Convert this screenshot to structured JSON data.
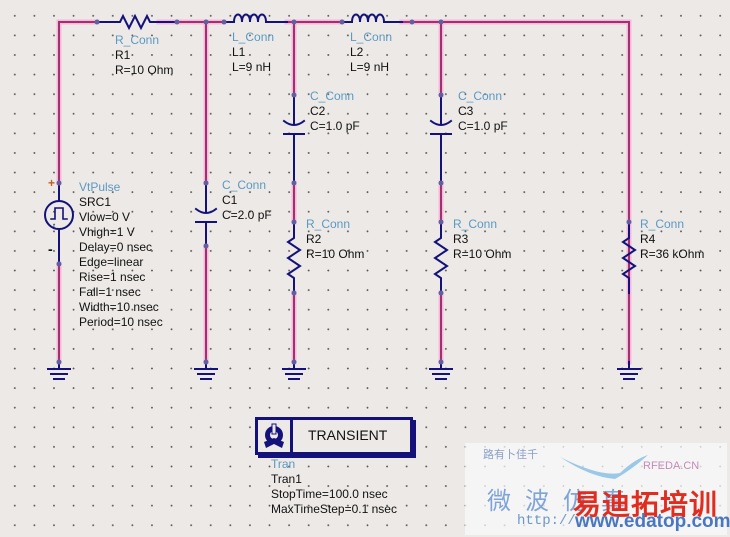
{
  "source": {
    "type": "VtPulse",
    "name": "SRC1",
    "params": [
      "Vlow=0 V",
      "Vhigh=1 V",
      "Delay=0 nsec",
      "Edge=linear",
      "Rise=1 nsec",
      "Fall=1 nsec",
      "Width=10 nsec",
      "Period=10 nsec"
    ],
    "plus": "+",
    "minus": "-"
  },
  "components": {
    "r1": {
      "type": "R_Conn",
      "name": "R1",
      "value": "R=10 Ohm"
    },
    "l1": {
      "type": "L_Conn",
      "name": "L1",
      "value": "L=9 nH"
    },
    "l2": {
      "type": "L_Conn",
      "name": "L2",
      "value": "L=9 nH"
    },
    "c1": {
      "type": "C_Conn",
      "name": "C1",
      "value": "C=2.0 pF"
    },
    "c2": {
      "type": "C_Conn",
      "name": "C2",
      "value": "C=1.0 pF"
    },
    "c3": {
      "type": "C_Conn",
      "name": "C3",
      "value": "C=1.0 pF"
    },
    "r2": {
      "type": "R_Conn",
      "name": "R2",
      "value": "R=10 Ohm"
    },
    "r3": {
      "type": "R_Conn",
      "name": "R3",
      "value": "R=10 Ohm"
    },
    "r4": {
      "type": "R_Conn",
      "name": "R4",
      "value": "R=36 kOhm"
    }
  },
  "sim": {
    "title": "TRANSIENT",
    "type": "Tran",
    "name": "Tran1",
    "params": [
      "StopTime=100.0 nsec",
      "MaxTimeStep=0.1 nsec"
    ]
  },
  "watermark": {
    "line1": "路有卜佳千",
    "brand": "RFEDA.CN",
    "cn1": "微波仿真",
    "cn2": "易迪拓培训",
    "url1": "http://",
    "url2": "www.edatop.com"
  },
  "colors": {
    "wire": "#a0306e",
    "wire_glow": "#f4b8dc",
    "component": "#14127a",
    "type_label": "#5b9ac4"
  }
}
